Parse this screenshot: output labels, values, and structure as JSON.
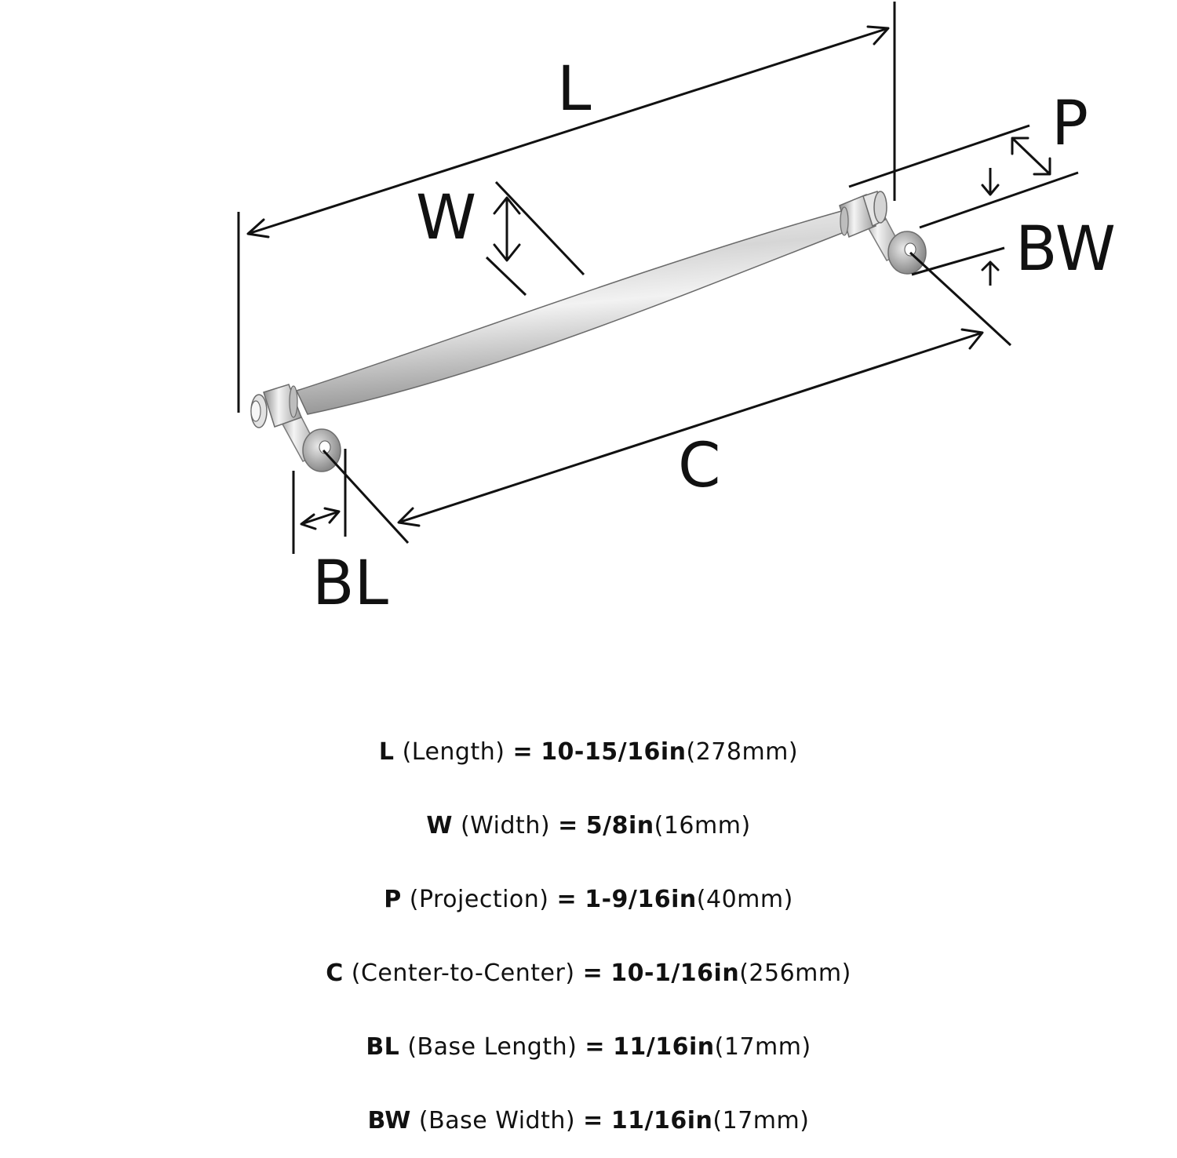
{
  "diagram": {
    "labels": {
      "length": "L",
      "width": "W",
      "projection": "P",
      "base_width": "BW",
      "center": "C",
      "base_length": "BL"
    },
    "colors": {
      "ink": "#111111",
      "metal_light": "#f4f4f4",
      "metal_mid": "#c9c9c9",
      "metal_dark": "#8c8c8c"
    }
  },
  "specs": [
    {
      "symbol": "L",
      "name": "(Length)",
      "eq": "=",
      "imperial": "10-15/16in",
      "metric": "(278mm)"
    },
    {
      "symbol": "W",
      "name": "(Width)",
      "eq": "=",
      "imperial": "5/8in",
      "metric": "(16mm)"
    },
    {
      "symbol": "P",
      "name": "(Projection)",
      "eq": "=",
      "imperial": "1-9/16in",
      "metric": "(40mm)"
    },
    {
      "symbol": "C",
      "name": "(Center-to-Center)",
      "eq": "=",
      "imperial": "10-1/16in",
      "metric": "(256mm)"
    },
    {
      "symbol": "BL",
      "name": "(Base Length)",
      "eq": "=",
      "imperial": "11/16in",
      "metric": "(17mm)"
    },
    {
      "symbol": "BW",
      "name": "(Base Width)",
      "eq": "=",
      "imperial": "11/16in",
      "metric": "(17mm)"
    }
  ]
}
